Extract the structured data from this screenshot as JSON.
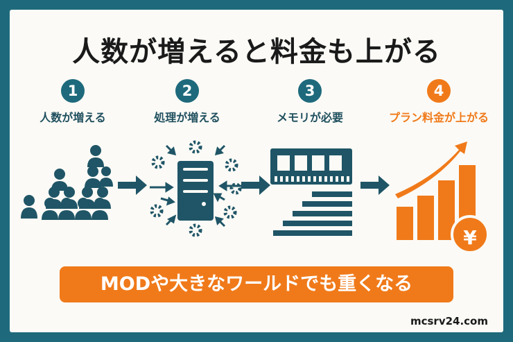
{
  "title": "人数が増えると料金も上がる",
  "steps": [
    {
      "number": "1",
      "label": "人数が増える",
      "icon": "people-pyramid-icon"
    },
    {
      "number": "2",
      "label": "処理が増える",
      "icon": "server-gears-icon"
    },
    {
      "number": "3",
      "label": "メモリが必要",
      "icon": "memory-module-icon"
    },
    {
      "number": "4",
      "label": "プラン料金が上がる",
      "icon": "bar-chart-yen-icon"
    }
  ],
  "banner": "MODや大きなワールドでも重くなる",
  "footer": "mcsrv24.com",
  "yen_symbol": "¥",
  "colors": {
    "teal": "#1e6a7c",
    "orange": "#f07a1a",
    "background": "#fbfaf6"
  }
}
